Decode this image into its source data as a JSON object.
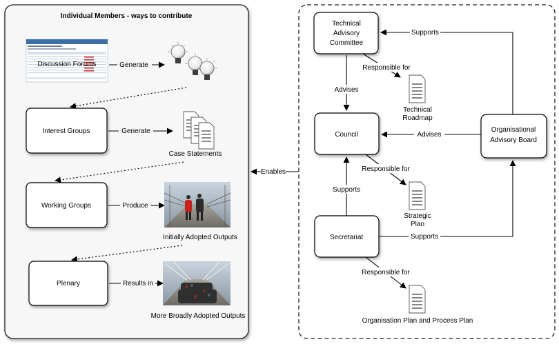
{
  "left_panel": {
    "title": "Individual Members - ways to contribute",
    "forum": {
      "label": "Discussion Forums"
    },
    "groups": [
      {
        "label": "Interest Groups"
      },
      {
        "label": "Working Groups"
      },
      {
        "label": "Plenary"
      }
    ],
    "arrows": {
      "generate_1": "Generate",
      "generate_2": "Generate",
      "produce": "Produce",
      "results_in": "Results in"
    },
    "outputs": {
      "case_statements": "Case Statements",
      "initially_adopted": "Initially Adopted Outputs",
      "broadly_adopted": "More Broadly Adopted Outputs"
    }
  },
  "enables_label": "Enables",
  "right_panel": {
    "tac": {
      "line1": "Technical",
      "line2": "Advisory",
      "line3": "Committee"
    },
    "council": "Council",
    "secretariat": "Secretariat",
    "oab": {
      "line1": "Organisational",
      "line2": "Advisory Board"
    },
    "edges": {
      "supports_top": "Supports",
      "advises_tac": "Advises",
      "advises_oab": "Advises",
      "supports_sec": "Supports",
      "supports_oab": "Supports",
      "responsible_1": "Responsible for",
      "responsible_2": "Responsible for",
      "responsible_3": "Responsible for"
    },
    "docs": {
      "roadmap": {
        "line1": "Technical",
        "line2": "Roadmap"
      },
      "strategic": {
        "line1": "Strategic",
        "line2": "Plan"
      },
      "org_plan": "Organisation Plan and Process Plan"
    }
  },
  "colors": {
    "forum_header": "#3a6fa8",
    "coat_red": "#c8221e"
  }
}
